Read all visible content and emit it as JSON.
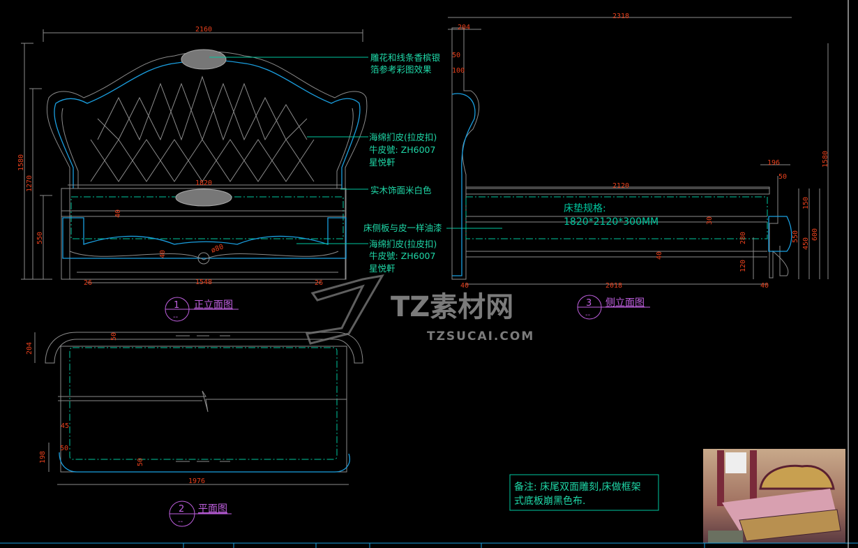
{
  "views": {
    "front": {
      "number": "1",
      "sub": "--",
      "title": "正立面图"
    },
    "plan": {
      "number": "2",
      "sub": "--",
      "title": "平面图"
    },
    "side": {
      "number": "3",
      "sub": "--",
      "title": "侧立面图"
    }
  },
  "front_dims": {
    "width": "2160",
    "height": "1580",
    "h2": "1270",
    "h3": "550",
    "inner": "1820",
    "bottom": "1548",
    "leg_l": "26",
    "leg_r": "26",
    "rail1": "40",
    "rail2": "40",
    "circle": "ø80"
  },
  "side_dims": {
    "total": "2318",
    "head": "204",
    "top1": "50",
    "top2": "100",
    "height": "1580",
    "length": "2120",
    "bottom": "2018",
    "foot": "196",
    "foot2": "50",
    "d150": "150",
    "d600": "600",
    "d550": "550",
    "d450": "450",
    "d280": "280",
    "d120": "120",
    "d40": "40",
    "d30": "30",
    "d40b": "40"
  },
  "plan_dims": {
    "head": "204",
    "foot": "198",
    "width": "1976",
    "top": "50",
    "bottom": "50",
    "left1": "45",
    "left2": "50"
  },
  "annotations": {
    "carving_1": "雕花和线条香槟银",
    "carving_2": "箔参考彩图效果",
    "sponge_1": "海绵扪皮(拉皮扣)",
    "sponge_2": "牛皮號: ZH6007",
    "sponge_3": "星悦軒",
    "wood": "实木饰面米白色",
    "sideboard": "床侧板与皮一样油漆",
    "sponge2_1": "海绵扪皮(拉皮扣)",
    "sponge2_2": "牛皮號: ZH6007",
    "sponge2_3": "星悦軒"
  },
  "mattress": {
    "label": "床垫规格:",
    "size": "1820*2120*300MM"
  },
  "remark": {
    "line1": "备注: 床尾双面雕刻,床做框架",
    "line2": "式底板崩黑色布."
  },
  "watermark": {
    "brand": "TZ素材网",
    "url": "TZSUCAI.COM"
  }
}
